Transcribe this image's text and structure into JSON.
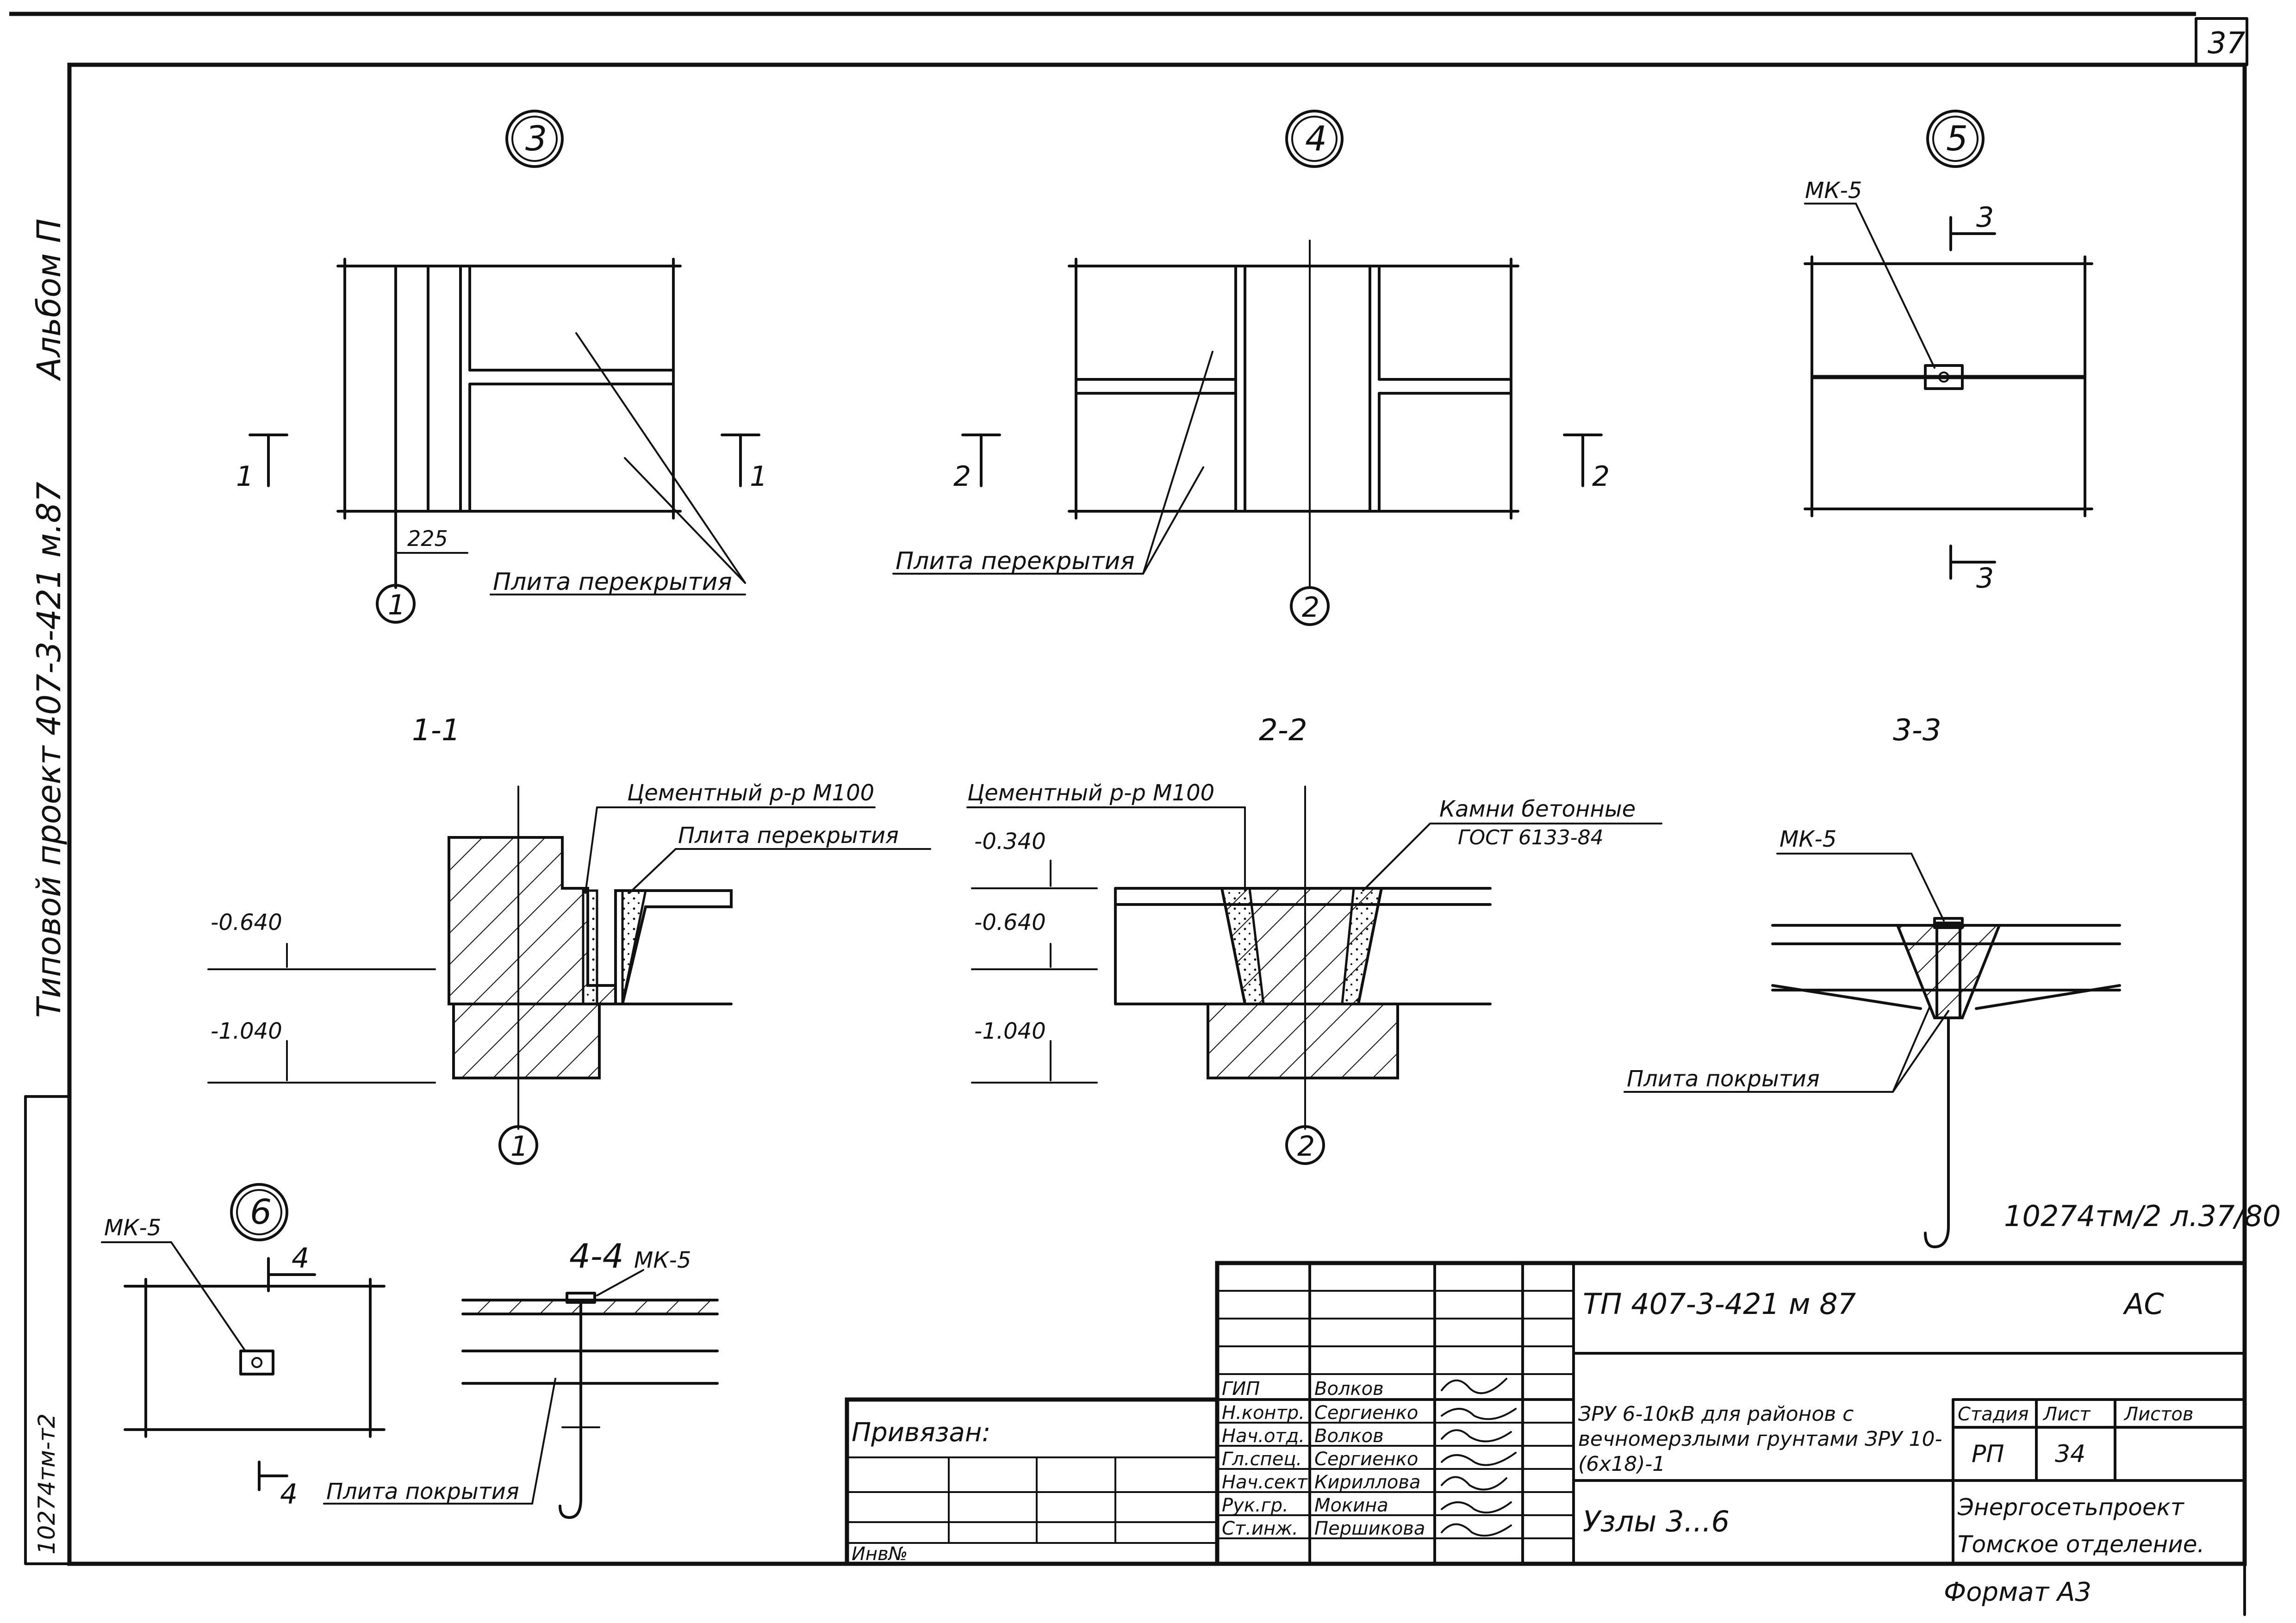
{
  "sheet": {
    "page_number": "37",
    "album_title": "Альбом П",
    "project_side": "Типовой проект 407-3-421 м.87",
    "inv_stamp": "10274тм-т2",
    "copy_mark": "10274тм/2 л.37/80",
    "format": "Формат А3"
  },
  "nodes": {
    "n3": "3",
    "n4": "4",
    "n5": "5",
    "n6": "6",
    "axis1": "1",
    "axis2": "2",
    "dim_225": "225",
    "cut_1": "1",
    "cut_2": "2",
    "cut_3": "3",
    "cut_4": "4",
    "label_plita_perekrytiya": "Плита перекрытия",
    "label_mk5": "МК-5"
  },
  "sections": {
    "s11": {
      "title": "1-1",
      "mortar": "Цементный р-р М100",
      "slab": "Плита перекрытия",
      "level_a": "-0.640",
      "level_b": "-1.040"
    },
    "s22": {
      "title": "2-2",
      "mortar": "Цементный р-р М100",
      "stones": "Камни бетонные",
      "gost": "ГОСТ 6133-84",
      "level_a": "-0.340",
      "level_b": "-0.640",
      "level_c": "-1.040"
    },
    "s33": {
      "title": "3-3",
      "mk": "МК-5",
      "slab": "Плита покрытия"
    },
    "s44": {
      "title": "4-4",
      "mk": "МК-5",
      "slab": "Плита покрытия"
    }
  },
  "title_block": {
    "bound": "Привязан:",
    "inv_no": "Инв№",
    "roles": [
      "ГИП",
      "Н.контр.",
      "Нач.отд.",
      "Гл.спец.",
      "Нач.сект.",
      "Рук.гр.",
      "Ст.инж."
    ],
    "names": [
      "Волков",
      "Сергиенко",
      "Волков",
      "Сергиенко",
      "Кириллова",
      "Мокина",
      "Першикова"
    ],
    "code": "ТП 407-3-421 м 87",
    "mark": "АС",
    "description": "ЗРУ 6-10кВ для районов с вечномерзлыми грунтами ЗРУ 10-(6х18)-1",
    "sheet_title": "Узлы 3...6",
    "stage_hdr": "Стадия",
    "sheet_hdr": "Лист",
    "sheets_hdr": "Листов",
    "stage": "РП",
    "sheet_no": "34",
    "org1": "Энергосетьпроект",
    "org2": "Томское отделение."
  }
}
